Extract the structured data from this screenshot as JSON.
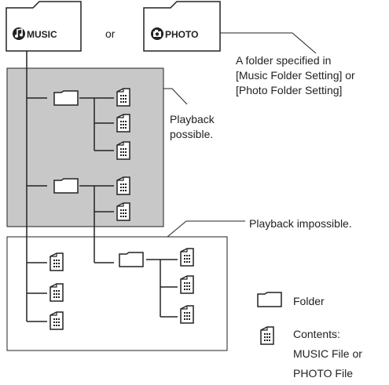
{
  "root_folders": {
    "music_label": "MUSIC",
    "or_text": "or",
    "photo_label": "PHOTO"
  },
  "callouts": {
    "folder_spec_line1": "A folder specified in",
    "folder_spec_line2": "[Music Folder Setting] or",
    "folder_spec_line3": "[Photo Folder Setting]",
    "possible_line1": "Playback",
    "possible_line2": "possible.",
    "impossible": "Playback impossible."
  },
  "legend": {
    "folder": "Folder",
    "contents_line1": "Contents:",
    "contents_line2": "MUSIC File or",
    "contents_line3": "PHOTO File"
  },
  "colors": {
    "playable_region_fill": "#c8c8c8",
    "line": "#222222"
  },
  "icons": {
    "folder": "folder-icon",
    "file": "file-icon",
    "music_note": "music-note-icon",
    "camera": "camera-icon"
  }
}
